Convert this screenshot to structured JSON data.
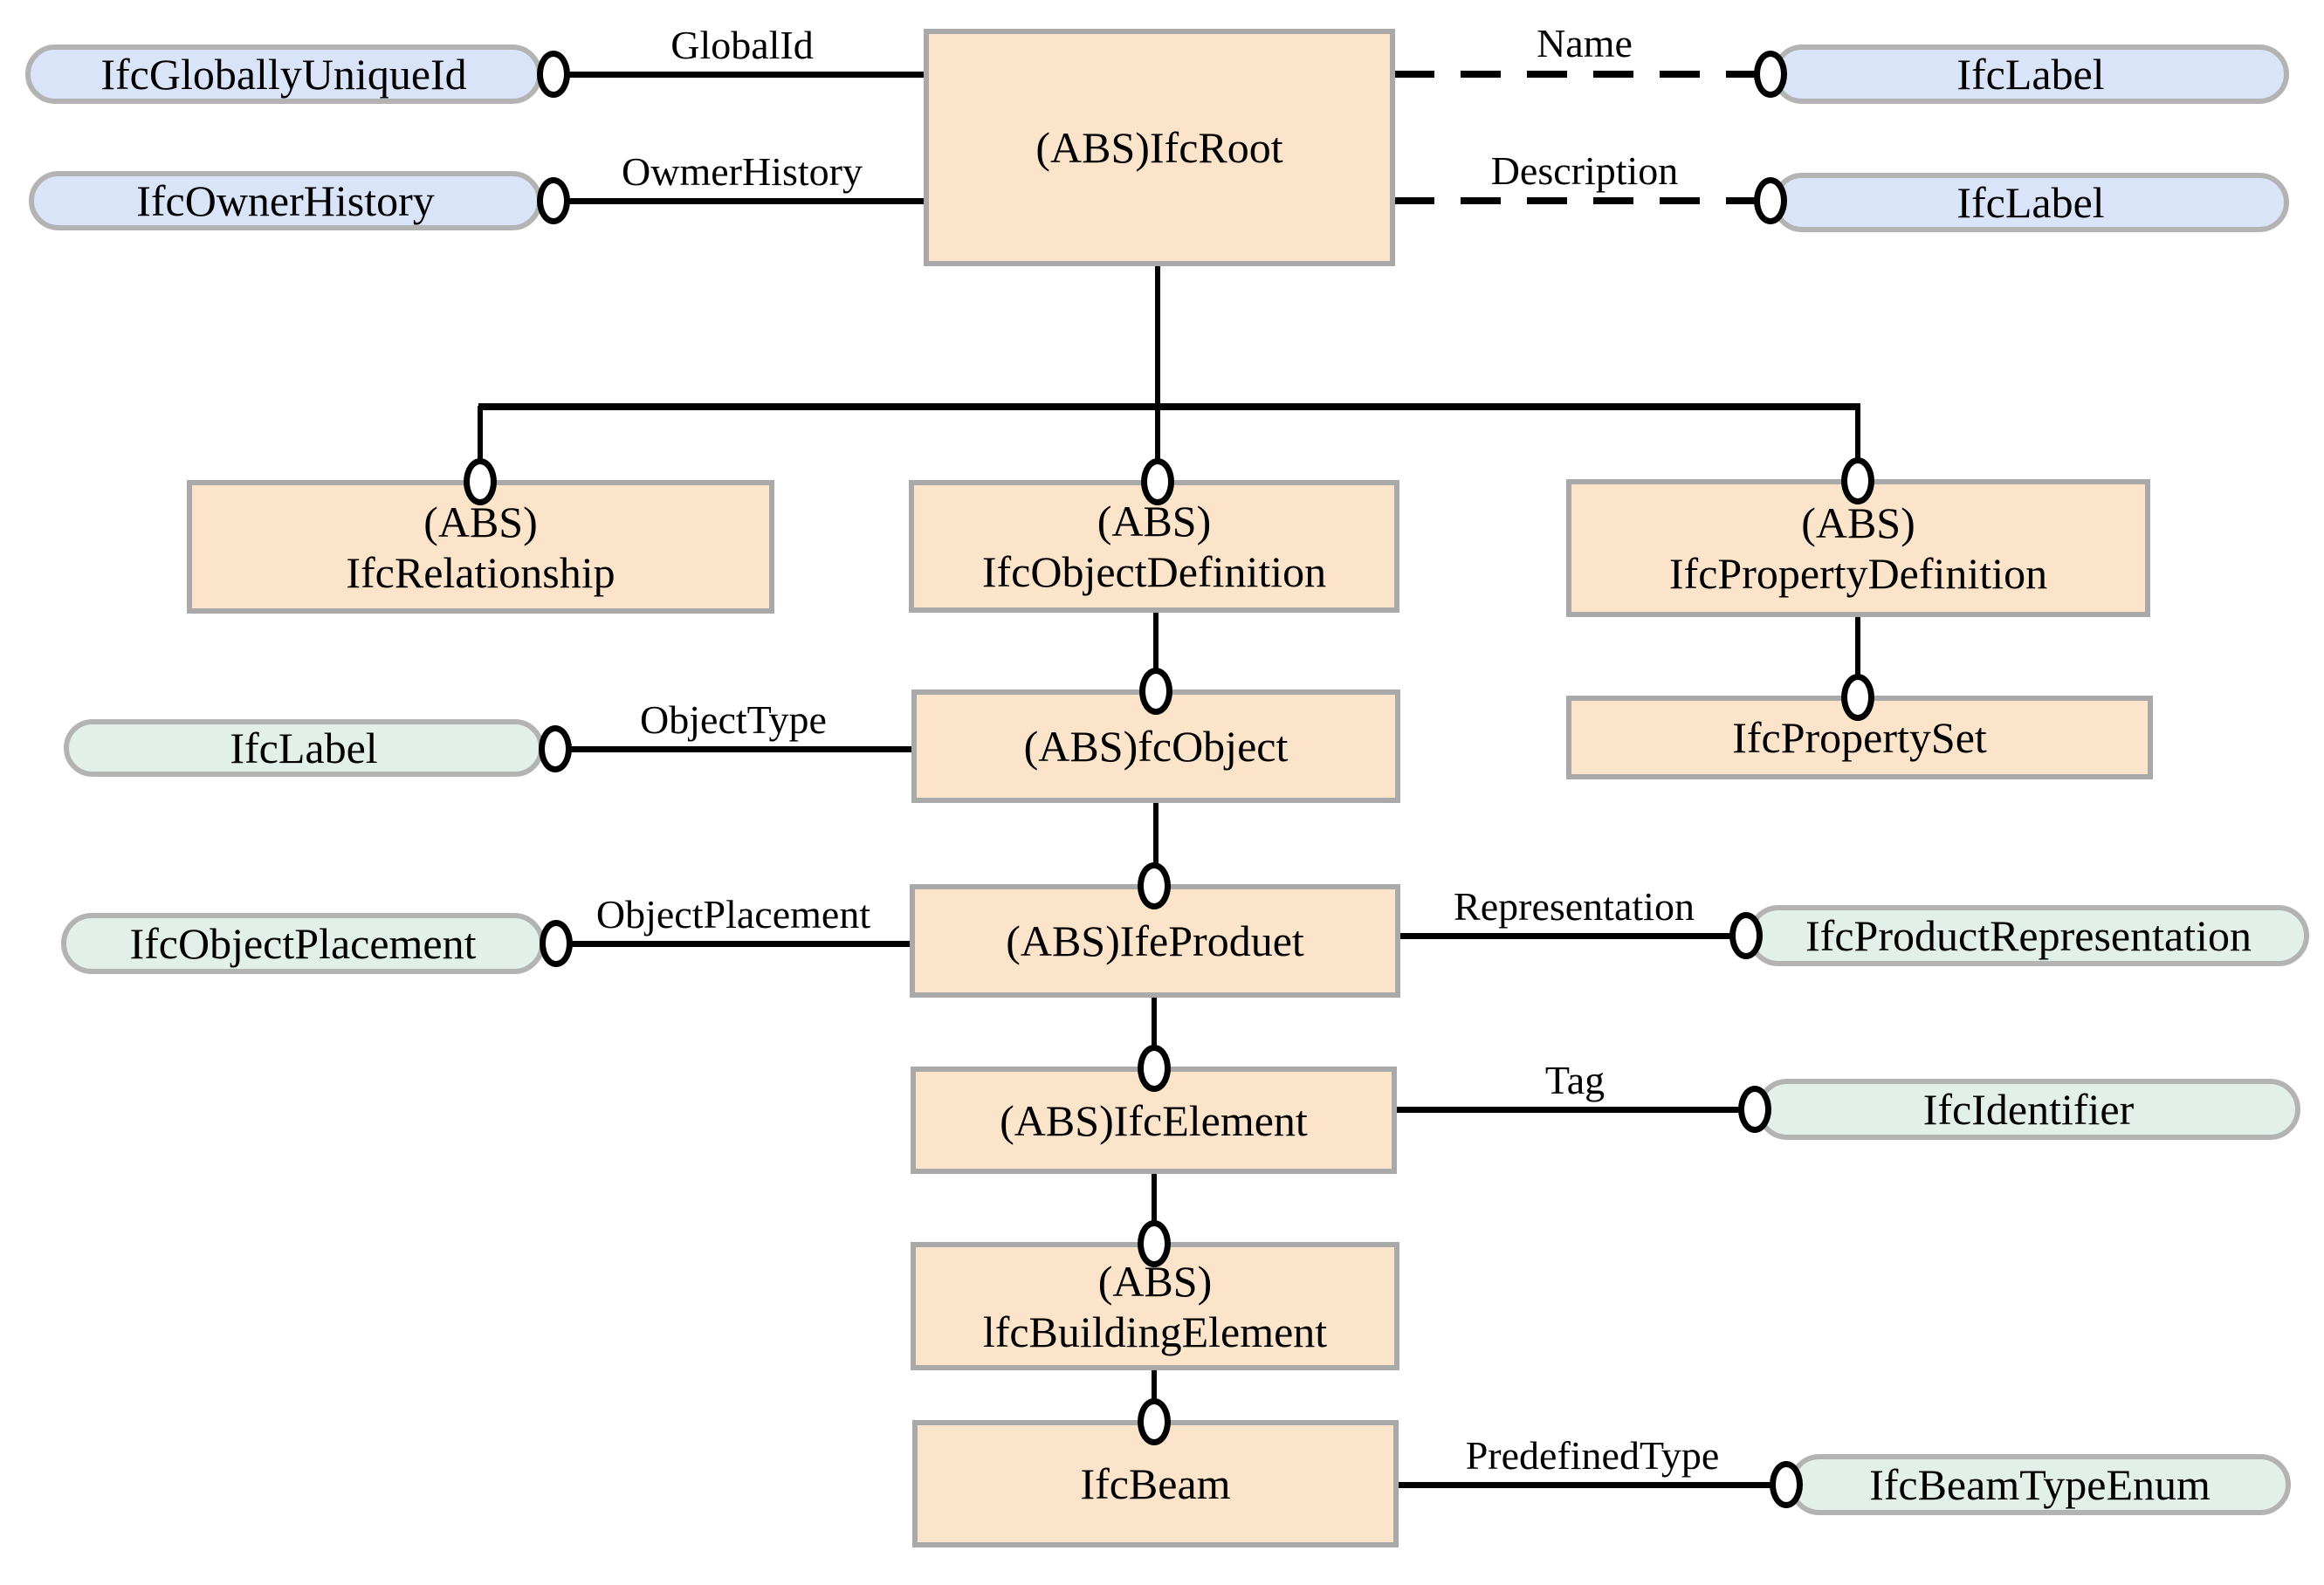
{
  "diagram_title": "IFC IfcBeam inheritance and attribute diagram",
  "colors": {
    "entity_fill": "#fce4cb",
    "type_fill_blue": "#dae4f8",
    "type_fill_green": "#e3efe9",
    "shape_border": "#a9a9a9",
    "line": "#000000"
  },
  "entities": {
    "root": "(ABS)IfcRoot",
    "relationship": "(ABS)\nIfcRelationship",
    "objectdefinition": "(ABS)\nIfcObjectDefinition",
    "propertydefinition": "(ABS)\nIfcPropertyDefinition",
    "propertyset": "IfcPropertySet",
    "object": "(ABS)fcObject",
    "product": "(ABS)IfeProduet",
    "element": "(ABS)IfcElement",
    "buildingelement": "(ABS)\nlfcBuildingElement",
    "beam": "IfcBeam"
  },
  "types": {
    "globallyuniqueid": "IfcGloballyUniqueId",
    "ownerhistory": "IfcOwnerHistory",
    "label_name": "IfcLabel",
    "label_description": "IfcLabel",
    "label_objecttype": "IfcLabel",
    "objectplacement": "IfcObjectPlacement",
    "productrepresentation": "IfcProductRepresentation",
    "identifier": "IfcIdentifier",
    "beamtypeenum": "IfcBeamTypeEnum"
  },
  "attributes": {
    "globalid": "GlobalId",
    "ownerhistory": "OwmerHistory",
    "name": "Name",
    "description": "Description",
    "objecttype": "ObjectType",
    "objectplacement": "ObjectPlacement",
    "representation": "Representation",
    "tag": "Tag",
    "predefinedtype": "PredefinedType"
  }
}
